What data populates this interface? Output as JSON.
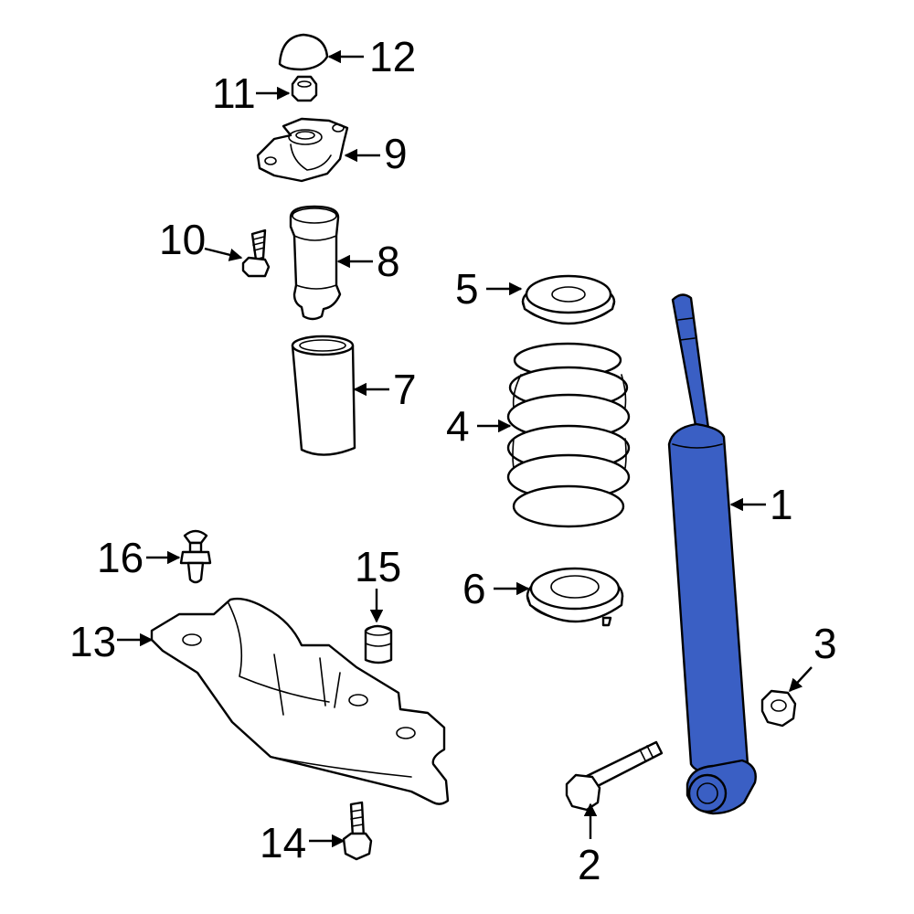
{
  "callouts": {
    "c1": "1",
    "c2": "2",
    "c3": "3",
    "c4": "4",
    "c5": "5",
    "c6": "6",
    "c7": "7",
    "c8": "8",
    "c9": "9",
    "c10": "10",
    "c11": "11",
    "c12": "12",
    "c13": "13",
    "c14": "14",
    "c15": "15",
    "c16": "16"
  },
  "colors": {
    "highlight": "#3a5fc4",
    "line": "#000000",
    "background": "#ffffff"
  }
}
